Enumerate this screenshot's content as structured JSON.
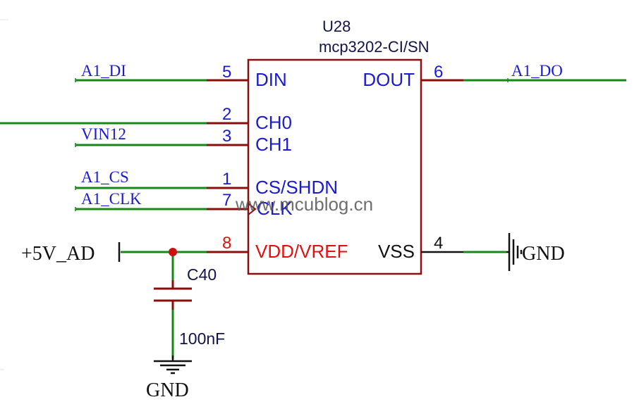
{
  "component": {
    "designator": "U28",
    "part_number": "mcp3202-CI/SN"
  },
  "pins": {
    "din": {
      "number": "5",
      "name": "DIN"
    },
    "ch0": {
      "number": "2",
      "name": "CH0"
    },
    "ch1": {
      "number": "3",
      "name": "CH1"
    },
    "cs": {
      "number": "1",
      "name": "CS/SHDN"
    },
    "clk": {
      "number": "7",
      "name": "CLK"
    },
    "vdd": {
      "number": "8",
      "name": "VDD/VREF"
    },
    "dout": {
      "number": "6",
      "name": "DOUT"
    },
    "vss": {
      "number": "4",
      "name": "VSS"
    }
  },
  "nets": {
    "a1_di": "A1_DI",
    "vin12": "VIN12",
    "a1_cs": "A1_CS",
    "a1_clk": "A1_CLK",
    "a1_do": "A1_DO",
    "plus5v_ad": "+5V_AD",
    "gnd_right": "GND",
    "gnd_bottom": "GND"
  },
  "capacitor": {
    "designator": "C40",
    "value": "100nF"
  },
  "watermark": "www.mcublog.cn",
  "colors": {
    "wire": "#178817",
    "pin": "#8b0d0d",
    "label_blue": "#1a1ad0",
    "power_pin_red": "#e01010",
    "junction": "#cc1010"
  }
}
